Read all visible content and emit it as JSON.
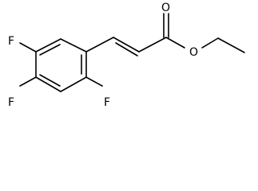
{
  "molecule": {
    "atoms": {
      "carbonyl_oxygen": "O",
      "ester_oxygen": "O",
      "fluorine_2": "F",
      "fluorine_4": "F",
      "fluorine_5": "F"
    }
  },
  "colors": {
    "bond": "#000000",
    "text": "#000000",
    "background": "#ffffff"
  }
}
